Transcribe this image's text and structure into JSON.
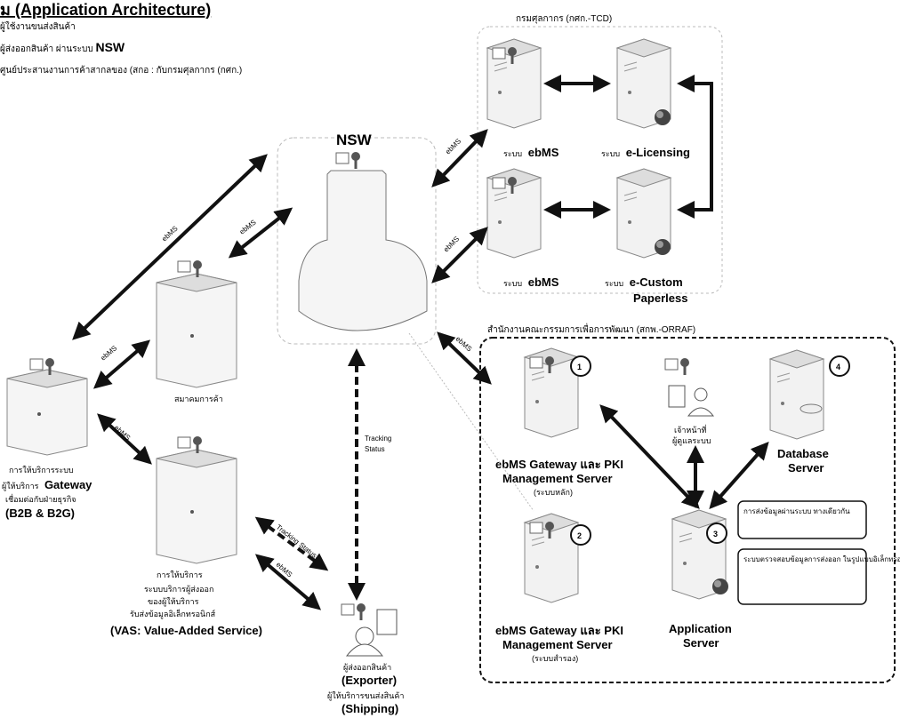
{
  "header": {
    "title": "ม (Application Architecture)",
    "line1": "ผู้ใช้งานขนส่งสินค้า",
    "line2_prefix": "ผู้ส่งออกสินค้า ผ่านระบบ",
    "line2_bold": "NSW",
    "line3": "ศูนย์ประสานงานการค้าสากลของ (สกอ : กับกรมศุลกากร (กศก.)"
  },
  "nsw": {
    "label": "NSW"
  },
  "tcd": {
    "title": "กรมศุลกากร (กศก.-TCD)",
    "ebms_top_prefix": "ระบบ",
    "ebms_top": "ebMS",
    "elicensing_prefix": "ระบบ",
    "elicensing": "e-Licensing",
    "ebms_bottom_prefix": "ระบบ",
    "ebms_bottom": "ebMS",
    "ecustoms_prefix": "ระบบ",
    "ecustoms_1": "e-Custom",
    "ecustoms_2": "Paperless"
  },
  "orraf": {
    "title": "สำนักงานคณะกรรมการเพื่อการพัฒนา (สกพ.-ORRAF)",
    "s1_line1": "ebMS Gateway และ PKI",
    "s1_line2": "Management Server",
    "s1_line3": "(ระบบหลัก)",
    "s2_line1": "ebMS Gateway และ PKI",
    "s2_line2": "Management Server",
    "s2_line3": "(ระบบสำรอง)",
    "app_line1": "Application",
    "app_line2": "Server",
    "db_line1": "Database",
    "db_line2": "Server",
    "user_line1": "เจ้าหน้าที่",
    "user_line2": "ผู้ดูแลระบบ",
    "note1": "การส่งข้อมูลผ่านระบบ ทางเดียวกัน",
    "note2": "ระบบตรวจสอบข้อมูลการส่งออก ในรูปแบบอิเล็กทรอนิกส์",
    "badges": [
      "1",
      "2",
      "3",
      "4"
    ]
  },
  "left": {
    "gw_line1": "การให้บริการระบบ",
    "gw_line2_prefix": "ผู้ให้บริการ",
    "gw_line2": "Gateway",
    "gw_line3": "เชื่อมต่อกับฝ่ายธุรกิจ",
    "gw_line4": "(B2B & B2G)",
    "mid_label": "สมาคมการค้า",
    "vas_line1": "การให้บริการ",
    "vas_line2": "ระบบบริการผู้ส่งออก",
    "vas_line3": "ของผู้ให้บริการ",
    "vas_line4": "รับส่งข้อมูลอิเล็กทรอนิกส์",
    "vas_line5": "(VAS: Value-Added Service)"
  },
  "exporter": {
    "line1": "ผู้ส่งออกสินค้า",
    "line2": "(Exporter)",
    "line3": "ผู้ให้บริการขนส่งสินค้า",
    "line4": "(Shipping)"
  },
  "edges": {
    "ebms": "ebMS",
    "tracking_status_1": "Tracking",
    "tracking_status_2": "Status",
    "tracking_status_diag": "Tracking Status"
  }
}
